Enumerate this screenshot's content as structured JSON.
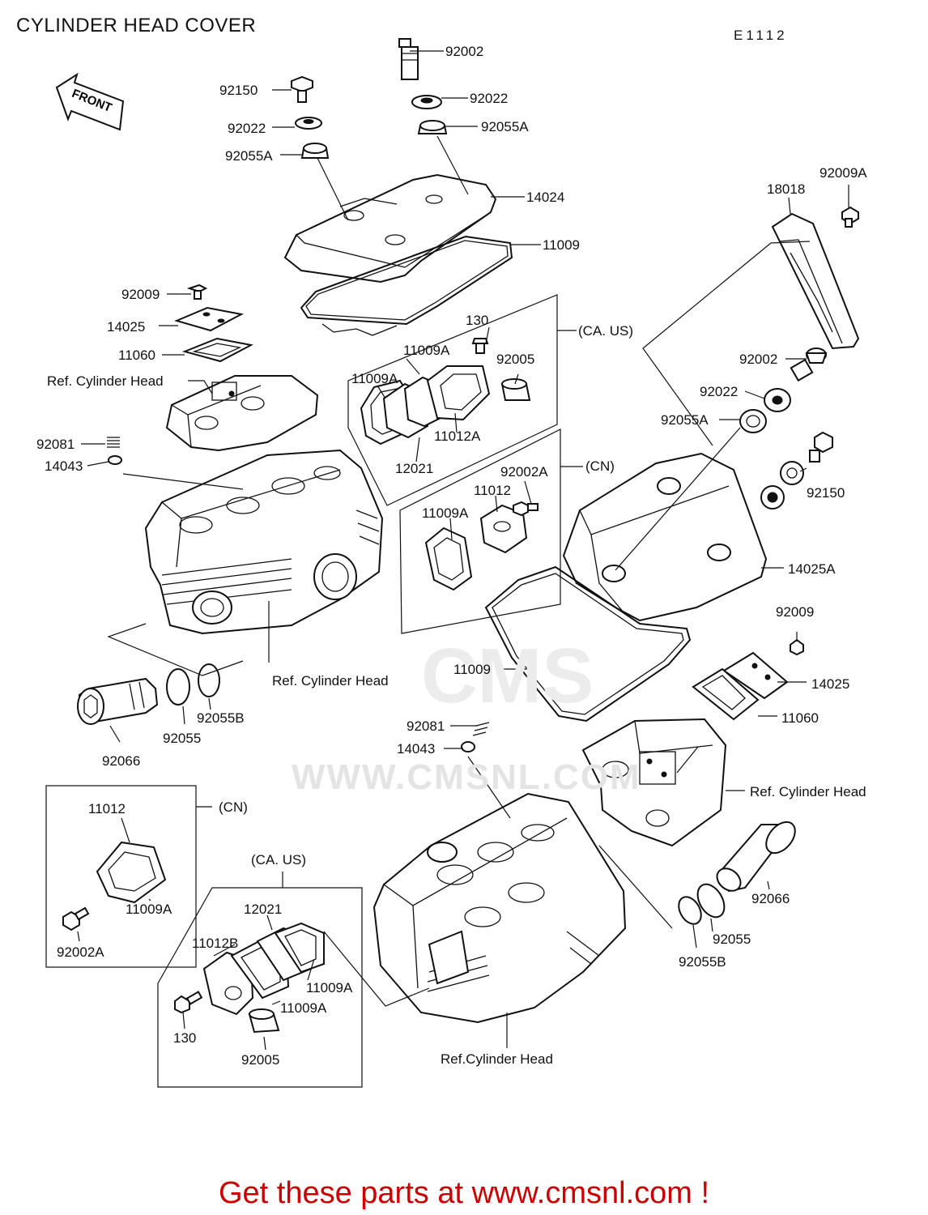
{
  "title": "CYLINDER HEAD COVER",
  "diagram_code": "E1112",
  "front_arrow": "FRONT",
  "watermark": "WWW.CMSNL.COM",
  "watermark_logo": "CMS",
  "call_to_action": "Get these parts at www.cmsnl.com !",
  "labels": {
    "p92002_top": "92002",
    "p92150_top": "92150",
    "p92022_left": "92022",
    "p92022_top": "92022",
    "p92055A_left": "92055A",
    "p92055A_top": "92055A",
    "p14024": "14024",
    "p11009_top": "11009",
    "p92009A": "92009A",
    "p18018": "18018",
    "p92009_left": "92009",
    "p14025_left": "14025",
    "p11060_left": "11060",
    "ref_cyl_head_1": "Ref. Cylinder Head",
    "p130_top": "130",
    "ca_us_1": "(CA. US)",
    "p11009A_1": "11009A",
    "p11009A_2": "11009A",
    "p92005_1": "92005",
    "p11012A": "11012A",
    "p12021_1": "12021",
    "p92081_1": "92081",
    "p14043_1": "14043",
    "cn_1": "(CN)",
    "p92002A_1": "92002A",
    "p11012_1": "11012",
    "p11009A_3": "11009A",
    "p92002_right": "92002",
    "p92022_right": "92022",
    "p92055A_right": "92055A",
    "p92150_right": "92150",
    "p14025A": "14025A",
    "p92009_right": "92009",
    "p14025_right": "14025",
    "p11060_right": "11060",
    "p11009_mid": "11009",
    "ref_cyl_head_2": "Ref. Cylinder Head",
    "p92081_2": "92081",
    "p14043_2": "14043",
    "ref_cyl_head_3": "Ref. Cylinder Head",
    "p92066_left": "92066",
    "p92055_left": "92055",
    "p92055B_left": "92055B",
    "cn_2": "(CN)",
    "p11012_2": "11012",
    "p11009A_4": "11009A",
    "p92002A_2": "92002A",
    "ca_us_2": "(CA. US)",
    "p12021_2": "12021",
    "p11012B": "11012B",
    "p11009A_5": "11009A",
    "p11009A_6": "11009A",
    "p130_bottom": "130",
    "p92005_2": "92005",
    "p92066_right": "92066",
    "p92055_right": "92055",
    "p92055B_right": "92055B",
    "ref_cyl_head_4": "Ref.Cylinder Head"
  }
}
